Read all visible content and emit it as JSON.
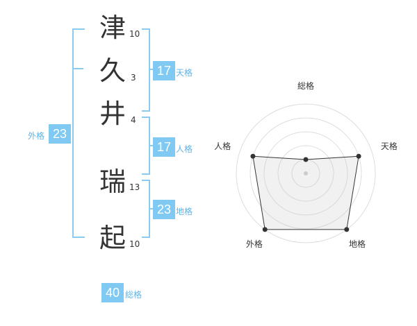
{
  "name_chars": [
    {
      "char": "津",
      "strokes": "10"
    },
    {
      "char": "久",
      "strokes": "3"
    },
    {
      "char": "井",
      "strokes": "4"
    },
    {
      "char": "瑞",
      "strokes": "13"
    },
    {
      "char": "起",
      "strokes": "10"
    }
  ],
  "scores": {
    "tenkaku": {
      "value": "17",
      "label": "天格"
    },
    "jinkaku": {
      "value": "17",
      "label": "人格"
    },
    "chikaku": {
      "value": "23",
      "label": "地格"
    },
    "gaikaku": {
      "value": "23",
      "label": "外格"
    },
    "soukaku": {
      "value": "40",
      "label": "総格"
    }
  },
  "colors": {
    "accent": "#7fc9f2",
    "bracket": "#8ccbf0",
    "label": "#5fb4e6"
  },
  "chart_data": {
    "type": "radar",
    "axes": [
      "総格",
      "天格",
      "地格",
      "外格",
      "人格"
    ],
    "values": [
      1,
      4,
      5,
      5,
      4
    ],
    "range": [
      0,
      5
    ],
    "grid_rings": 5
  }
}
